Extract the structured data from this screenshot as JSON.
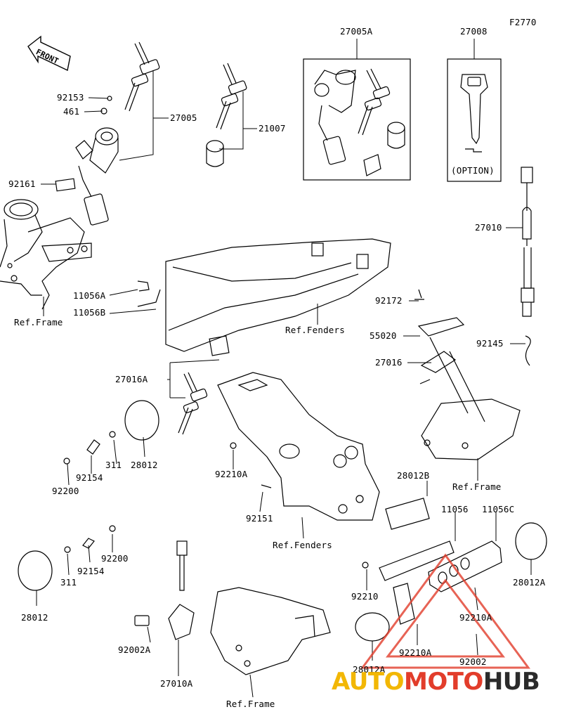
{
  "figure_code": "F2770",
  "front_label": "FRONT",
  "option_label": "(OPTION)",
  "watermark": {
    "part1": "AUTO",
    "part2": "MOTO",
    "part3": "HUB"
  },
  "colors": {
    "watermark_yellow": "#f2b705",
    "watermark_red": "#e23d2b",
    "watermark_dark": "#2b2b2b"
  },
  "callouts": {
    "p27005A": "27005A",
    "p27008": "27008",
    "p92153": "92153",
    "p461": "461",
    "p27005": "27005",
    "p21007": "21007",
    "p92161": "92161",
    "p27010": "27010",
    "p11056A": "11056A",
    "p11056B": "11056B",
    "p92172": "92172",
    "p55020": "55020",
    "p92145": "92145",
    "ref_frame_1": "Ref.Frame",
    "ref_fenders_1": "Ref.Fenders",
    "p27016": "27016",
    "p27016A": "27016A",
    "p311_1": "311",
    "p28012_1": "28012",
    "p92154_1": "92154",
    "p92200_1": "92200",
    "p92210A_1": "92210A",
    "ref_frame_2": "Ref.Frame",
    "p28012B": "28012B",
    "p92151": "92151",
    "p11056": "11056",
    "p11056C": "11056C",
    "ref_fenders_2": "Ref.Fenders",
    "p92200_2": "92200",
    "p92154_2": "92154",
    "p311_2": "311",
    "p28012_2": "28012",
    "p92210": "92210",
    "p28012A_1": "28012A",
    "p92210A_2": "92210A",
    "p92002A": "92002A",
    "p92210A_3": "92210A",
    "p92002": "92002",
    "p28012A_2": "28012A",
    "p27010A": "27010A",
    "ref_frame_3": "Ref.Frame"
  }
}
